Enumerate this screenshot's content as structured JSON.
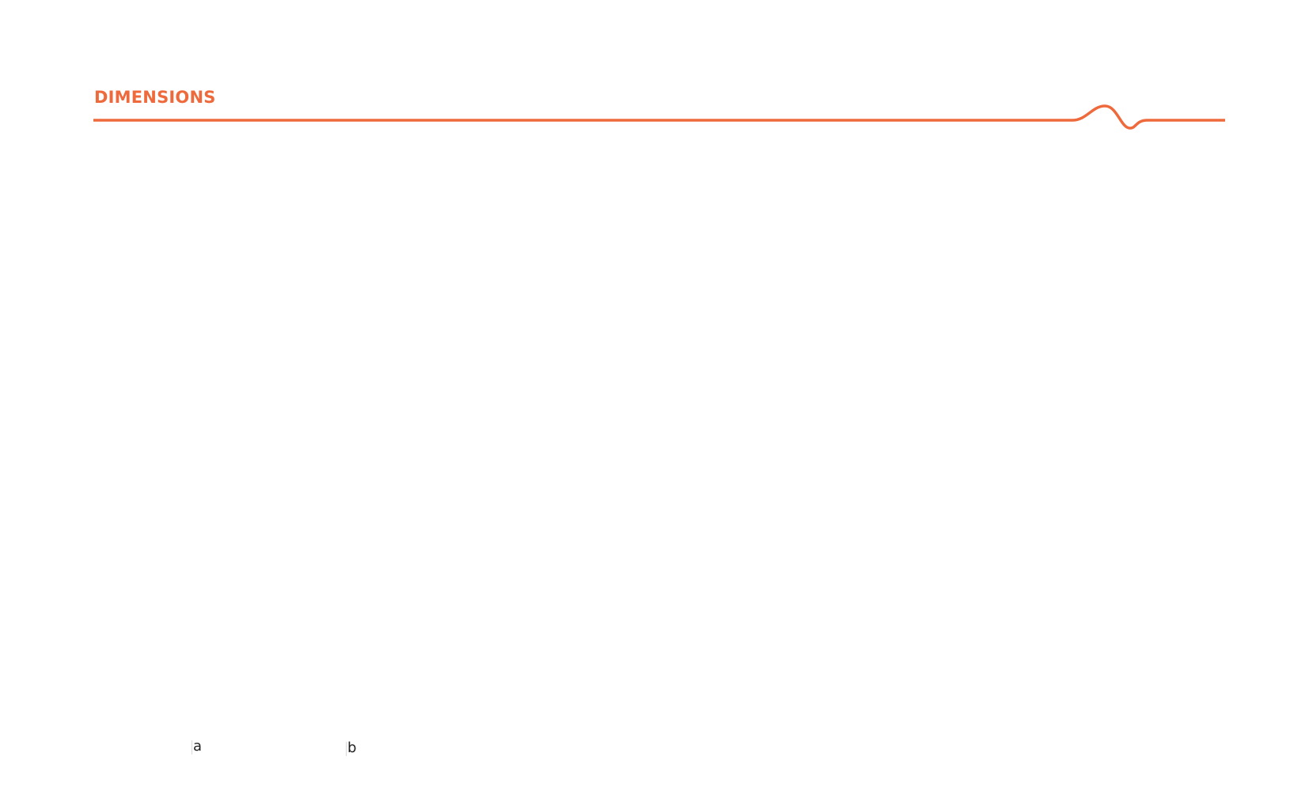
{
  "section": {
    "title": "DIMENSIONS",
    "accent_color": "#EE6A3C"
  },
  "labels": {
    "a": "a",
    "b": "b"
  }
}
